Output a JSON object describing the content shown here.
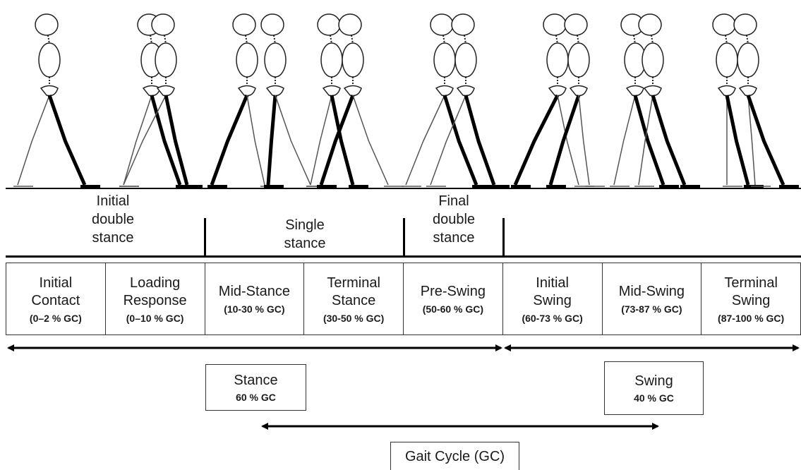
{
  "phase_groups": {
    "initial_double_stance": [
      "Initial",
      "double",
      "stance"
    ],
    "single_stance": [
      "Single",
      "stance"
    ],
    "final_double_stance": [
      "Final",
      "double",
      "stance"
    ]
  },
  "phases": [
    {
      "name_lines": [
        "Initial",
        "Contact"
      ],
      "pct": "(0–2 % GC)"
    },
    {
      "name_lines": [
        "Loading",
        "Response"
      ],
      "pct": "(0–10 % GC)"
    },
    {
      "name_lines": [
        "Mid-Stance"
      ],
      "pct": "(10-30 % GC)"
    },
    {
      "name_lines": [
        "Terminal",
        "Stance"
      ],
      "pct": "(30-50 % GC)"
    },
    {
      "name_lines": [
        "Pre-Swing"
      ],
      "pct": "(50-60 % GC)"
    },
    {
      "name_lines": [
        "Initial",
        "Swing"
      ],
      "pct": "(60-73 % GC)"
    },
    {
      "name_lines": [
        "Mid-Swing"
      ],
      "pct": "(73-87 % GC)"
    },
    {
      "name_lines": [
        "Terminal",
        "Swing"
      ],
      "pct": "(87-100 % GC)"
    }
  ],
  "stance_box": {
    "name": "Stance",
    "pct": "60 % GC"
  },
  "swing_box": {
    "name": "Swing",
    "pct": "40 % GC"
  },
  "gait_cycle_label": "Gait Cycle (GC)"
}
